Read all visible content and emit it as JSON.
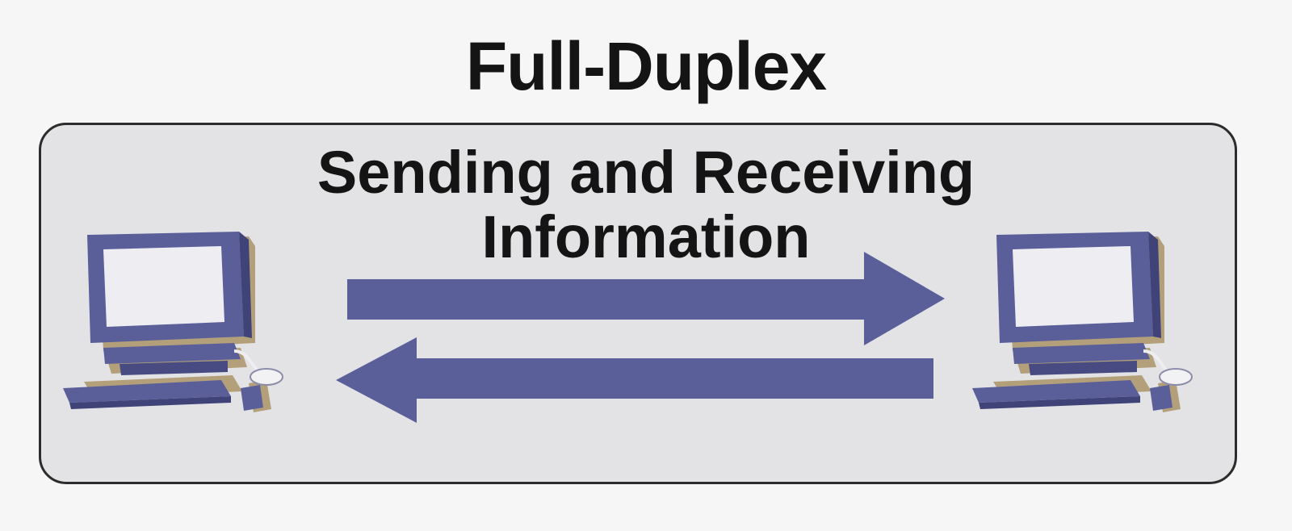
{
  "diagram": {
    "title": "Full-Duplex",
    "subtitle_line1": "Sending and Receiving",
    "subtitle_line2": "Information",
    "colors": {
      "panel_fill": "#e3e3e6",
      "panel_border": "#2c2c2c",
      "arrow": "#5a5f9a",
      "computer_body": "#5a5f9a",
      "computer_shadow": "#b3a07a",
      "screen": "#eeeef2",
      "text": "#141414"
    },
    "nodes": [
      {
        "id": "left-computer",
        "icon": "computer-icon"
      },
      {
        "id": "right-computer",
        "icon": "computer-icon"
      }
    ],
    "edges": [
      {
        "from": "left-computer",
        "to": "right-computer",
        "direction": "right",
        "icon": "arrow-right-icon"
      },
      {
        "from": "right-computer",
        "to": "left-computer",
        "direction": "left",
        "icon": "arrow-left-icon"
      }
    ]
  }
}
